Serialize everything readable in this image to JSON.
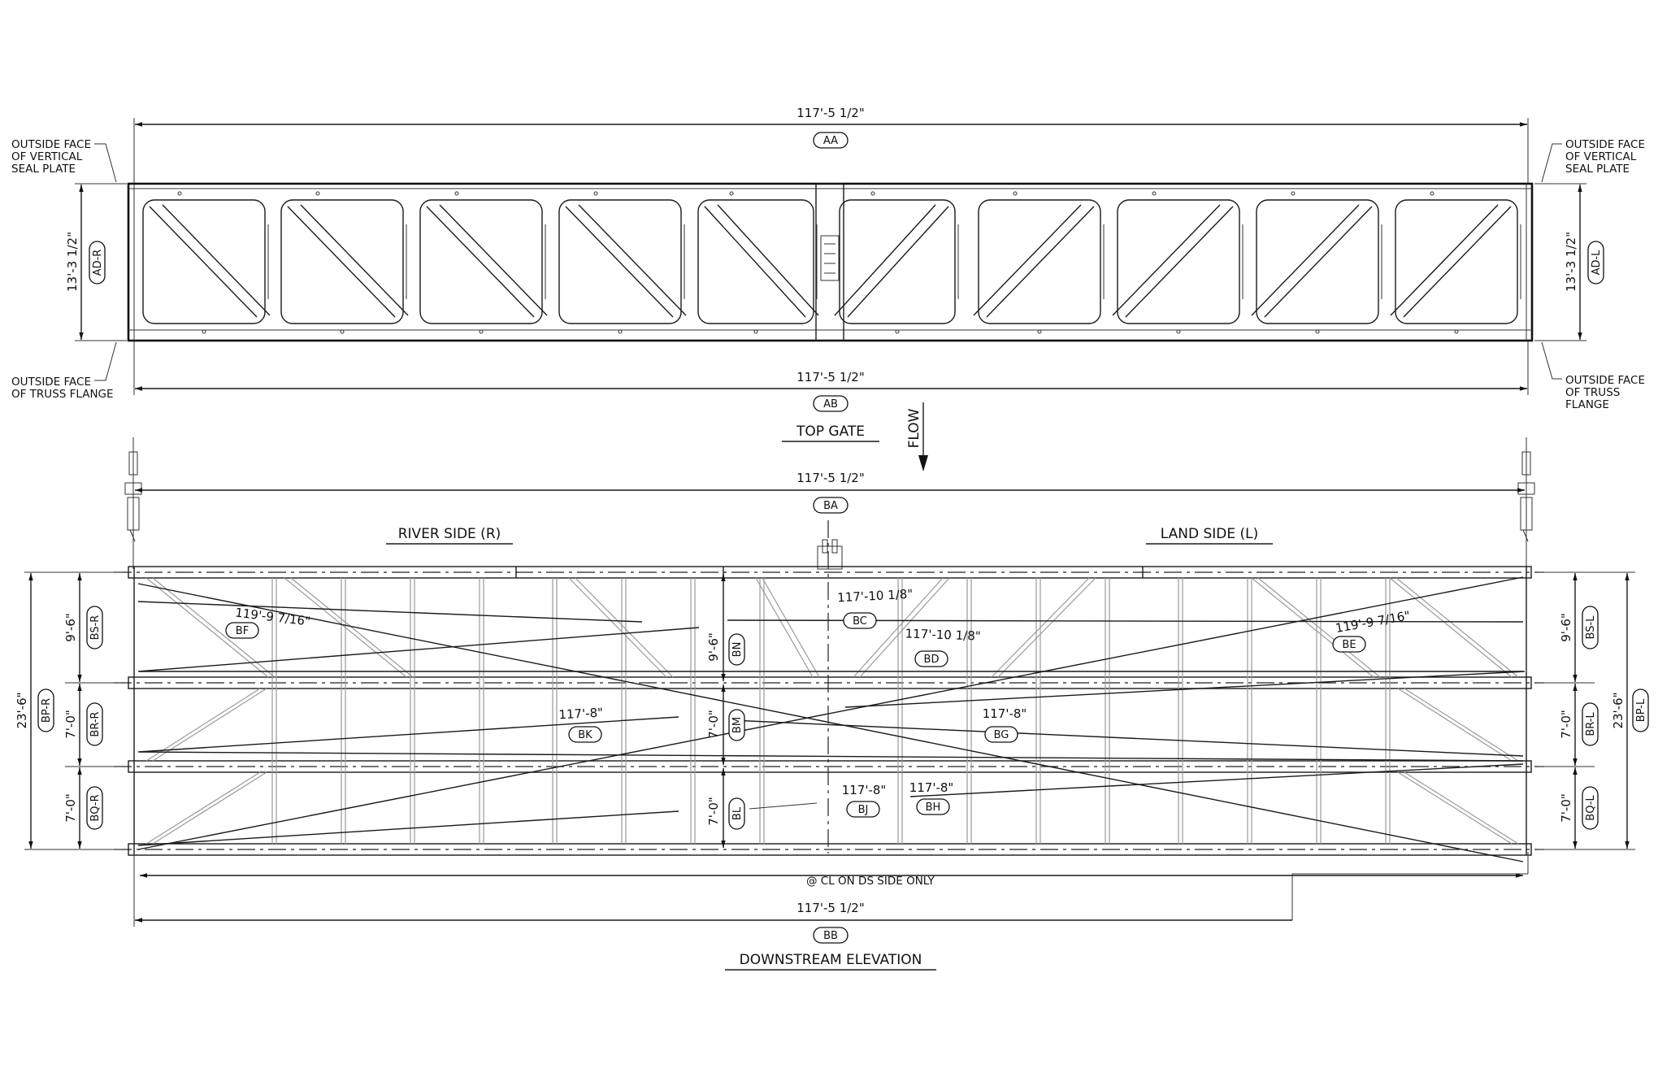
{
  "top_gate": {
    "title": "TOP GATE",
    "dim_top": "117'-5 1/2\"",
    "dim_top_tag": "AA",
    "dim_bottom": "117'-5 1/2\"",
    "dim_bottom_tag": "AB",
    "height_left": "13'-3 1/2\"",
    "height_left_tag": "AD-R",
    "height_right": "13'-3 1/2\"",
    "height_right_tag": "AD-L",
    "note_tl": [
      "OUTSIDE FACE",
      "OF VERTICAL",
      "SEAL PLATE"
    ],
    "note_tr": [
      "OUTSIDE FACE",
      "OF VERTICAL",
      "SEAL PLATE"
    ],
    "note_bl": [
      "OUTSIDE FACE",
      "OF TRUSS FLANGE"
    ],
    "note_br": [
      "OUTSIDE FACE",
      "OF TRUSS",
      "FLANGE"
    ]
  },
  "flow_label": "FLOW",
  "downstream": {
    "title": "DOWNSTREAM ELEVATION",
    "river_side": "RIVER SIDE (R)",
    "land_side": "LAND SIDE (L)",
    "dim_top": "117'-5 1/2\"",
    "dim_top_tag": "BA",
    "dim_bottom": "117'-5 1/2\"",
    "dim_bottom_tag": "BB",
    "cl_note": "@ CL ON DS SIDE ONLY",
    "left_dims": [
      {
        "value": "9'-6\"",
        "tag": "BS-R"
      },
      {
        "value": "7'-0\"",
        "tag": "BR-R"
      },
      {
        "value": "7'-0\"",
        "tag": "BQ-R"
      }
    ],
    "right_dims": [
      {
        "value": "9'-6\"",
        "tag": "BS-L"
      },
      {
        "value": "7'-0\"",
        "tag": "BR-L"
      },
      {
        "value": "7'-0\"",
        "tag": "BQ-L"
      }
    ],
    "overall_left": {
      "value": "23'-6\"",
      "tag": "BP-R"
    },
    "overall_right": {
      "value": "23'-6\"",
      "tag": "BP-L"
    },
    "center_dims": [
      {
        "value": "9'-6\"",
        "tag": "BN"
      },
      {
        "value": "7'-0\"",
        "tag": "BM"
      },
      {
        "value": "7'-0\"",
        "tag": "BL"
      }
    ],
    "diagonals": [
      {
        "value": "119'-9 7/16\"",
        "tag": "BF"
      },
      {
        "value": "117'-10 1/8\"",
        "tag": "BC"
      },
      {
        "value": "117'-10 1/8\"",
        "tag": "BD"
      },
      {
        "value": "119'-9 7/16\"",
        "tag": "BE"
      },
      {
        "value": "117'-8\"",
        "tag": "BK"
      },
      {
        "value": "117'-8\"",
        "tag": "BG"
      },
      {
        "value": "117'-8\"",
        "tag": "BJ"
      },
      {
        "value": "117'-8\"",
        "tag": "BH"
      }
    ]
  }
}
